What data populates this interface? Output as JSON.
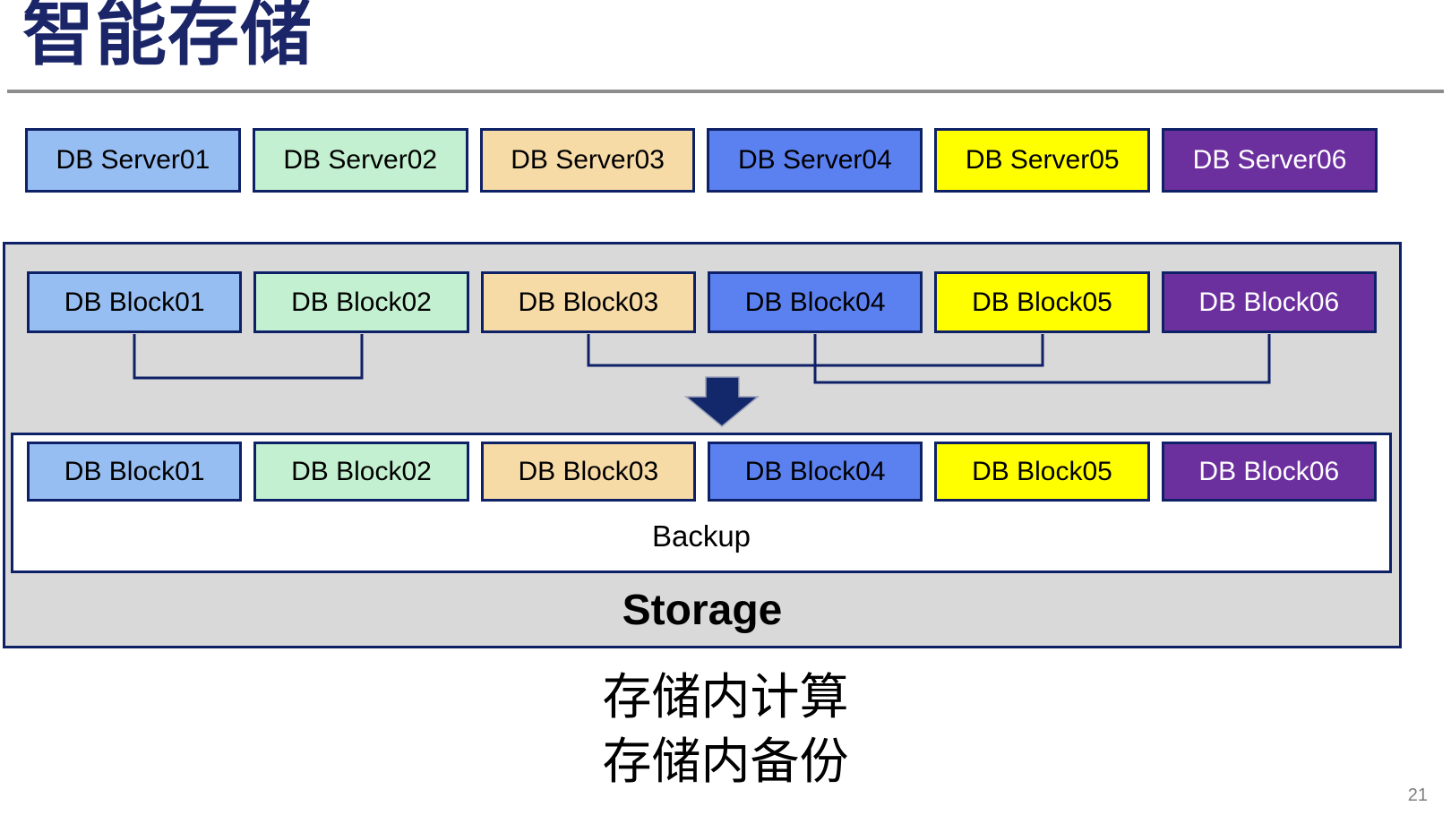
{
  "title": "智能存储",
  "page_number": "21",
  "colors": {
    "title": "#1B2668",
    "rule": "#8C8C8C",
    "line": "#0E2166",
    "arrow": "#13286B",
    "container_fill": "#D9D9D9",
    "page_number": "#808080"
  },
  "servers": [
    {
      "label": "DB Server01",
      "fill": "#97BEF2",
      "text": "#000000"
    },
    {
      "label": "DB Server02",
      "fill": "#C3F0D0",
      "text": "#000000"
    },
    {
      "label": "DB Server03",
      "fill": "#F7DBA7",
      "text": "#000000"
    },
    {
      "label": "DB Server04",
      "fill": "#5B80F0",
      "text": "#000000"
    },
    {
      "label": "DB Server05",
      "fill": "#FFFF00",
      "text": "#000000"
    },
    {
      "label": "DB Server06",
      "fill": "#6C2F9E",
      "text": "#FFFFFF"
    }
  ],
  "storage_unit": {
    "blocks_top": [
      {
        "label": "DB Block01",
        "fill": "#97BEF2",
        "text": "#000000"
      },
      {
        "label": "DB Block02",
        "fill": "#C3F0D0",
        "text": "#000000"
      },
      {
        "label": "DB Block03",
        "fill": "#F7DBA7",
        "text": "#000000"
      },
      {
        "label": "DB Block04",
        "fill": "#5B80F0",
        "text": "#000000"
      },
      {
        "label": "DB Block05",
        "fill": "#FFFF00",
        "text": "#000000"
      },
      {
        "label": "DB Block06",
        "fill": "#6C2F9E",
        "text": "#FFFFFF"
      }
    ],
    "blocks_bottom": [
      {
        "label": "DB Block01",
        "fill": "#97BEF2",
        "text": "#000000"
      },
      {
        "label": "DB Block02",
        "fill": "#C3F0D0",
        "text": "#000000"
      },
      {
        "label": "DB Block03",
        "fill": "#F7DBA7",
        "text": "#000000"
      },
      {
        "label": "DB Block04",
        "fill": "#5B80F0",
        "text": "#000000"
      },
      {
        "label": "DB Block05",
        "fill": "#FFFF00",
        "text": "#000000"
      },
      {
        "label": "DB Block06",
        "fill": "#6C2F9E",
        "text": "#FFFFFF"
      }
    ],
    "backup_label": "Backup",
    "storage_label": "Storage"
  },
  "captions": {
    "line1": "存储内计算",
    "line2": "存储内备份"
  }
}
